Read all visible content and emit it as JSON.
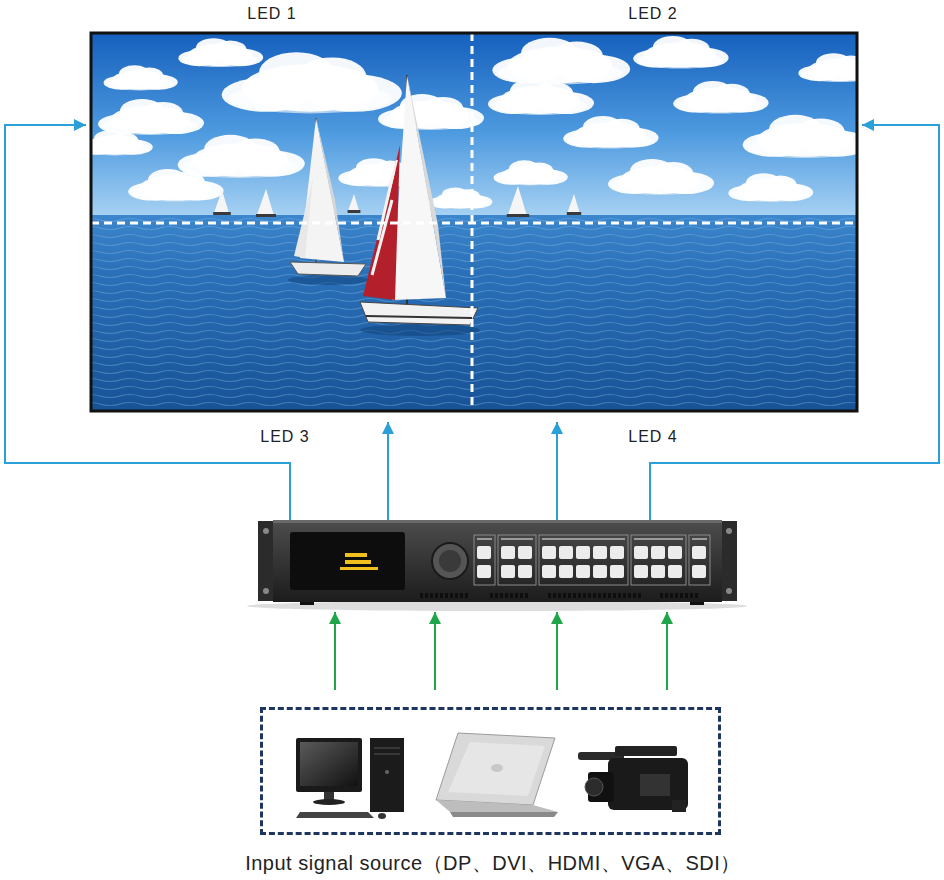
{
  "diagram": {
    "nodes": [
      {
        "text": [
          "LED 1"
        ]
      },
      {
        "text": [
          "LED 2"
        ]
      },
      {
        "text": [
          "LED 3"
        ]
      },
      {
        "text": [
          "LED 4"
        ]
      },
      {
        "text": [
          "Input signal source（DP、DVI、HDMI、VGA、SDI）"
        ]
      }
    ]
  }
}
